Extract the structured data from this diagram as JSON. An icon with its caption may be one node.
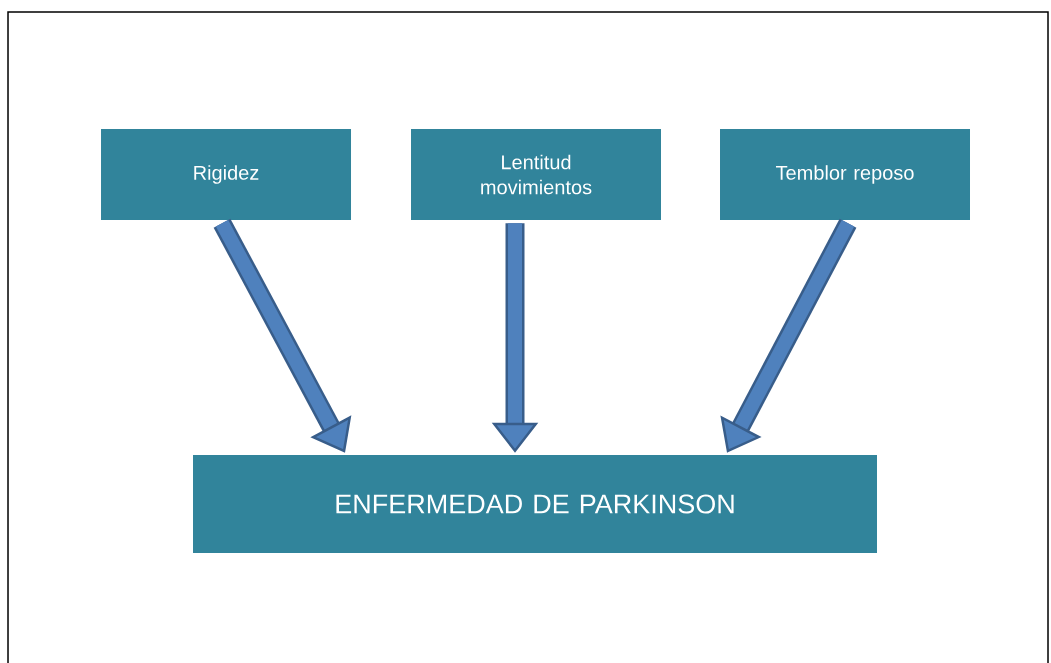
{
  "diagram": {
    "nodes": [
      {
        "text": [
          "Rigidez"
        ]
      },
      {
        "text": [
          "Lentitud movimientos"
        ]
      },
      {
        "text": [
          "Temblor reposo"
        ]
      },
      {
        "text": [
          "ENFERMEDAD DE PARKINSON"
        ]
      }
    ],
    "edges": [
      {
        "from": 0,
        "to": 3,
        "arrow": "to"
      },
      {
        "from": 1,
        "to": 3,
        "arrow": "to"
      },
      {
        "from": 2,
        "to": 3,
        "arrow": "to"
      }
    ]
  }
}
